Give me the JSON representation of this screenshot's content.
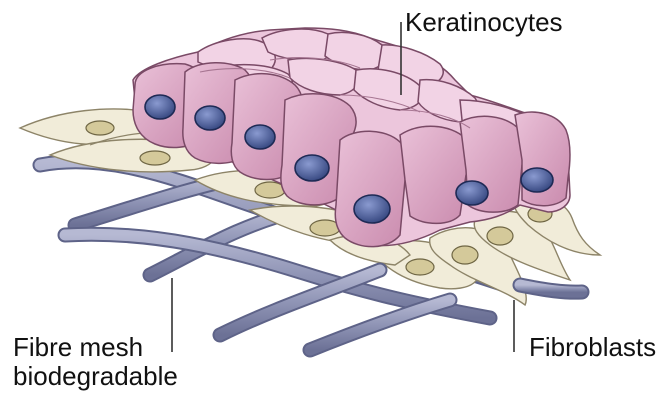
{
  "diagram": {
    "labels": {
      "keratinocytes": "Keratinocytes",
      "fibre_mesh": "Fibre mesh",
      "biodegradable": "biodegradable",
      "fibroblasts": "Fibroblasts"
    },
    "colors": {
      "keratinocyte_fill": "#d9a0bf",
      "keratinocyte_top": "#ecc6dc",
      "keratinocyte_outline": "#7a4a66",
      "nucleus_fill": "#4a5fa0",
      "nucleus_outline": "#1e2a55",
      "fibroblast_fill": "#f1ecd9",
      "fibroblast_nucleus": "#d4c99a",
      "fibre_fill": "#8f94b5",
      "leader_line": "#333333"
    },
    "icons": {
      "cell_nucleus": "nucleus-icon"
    }
  }
}
